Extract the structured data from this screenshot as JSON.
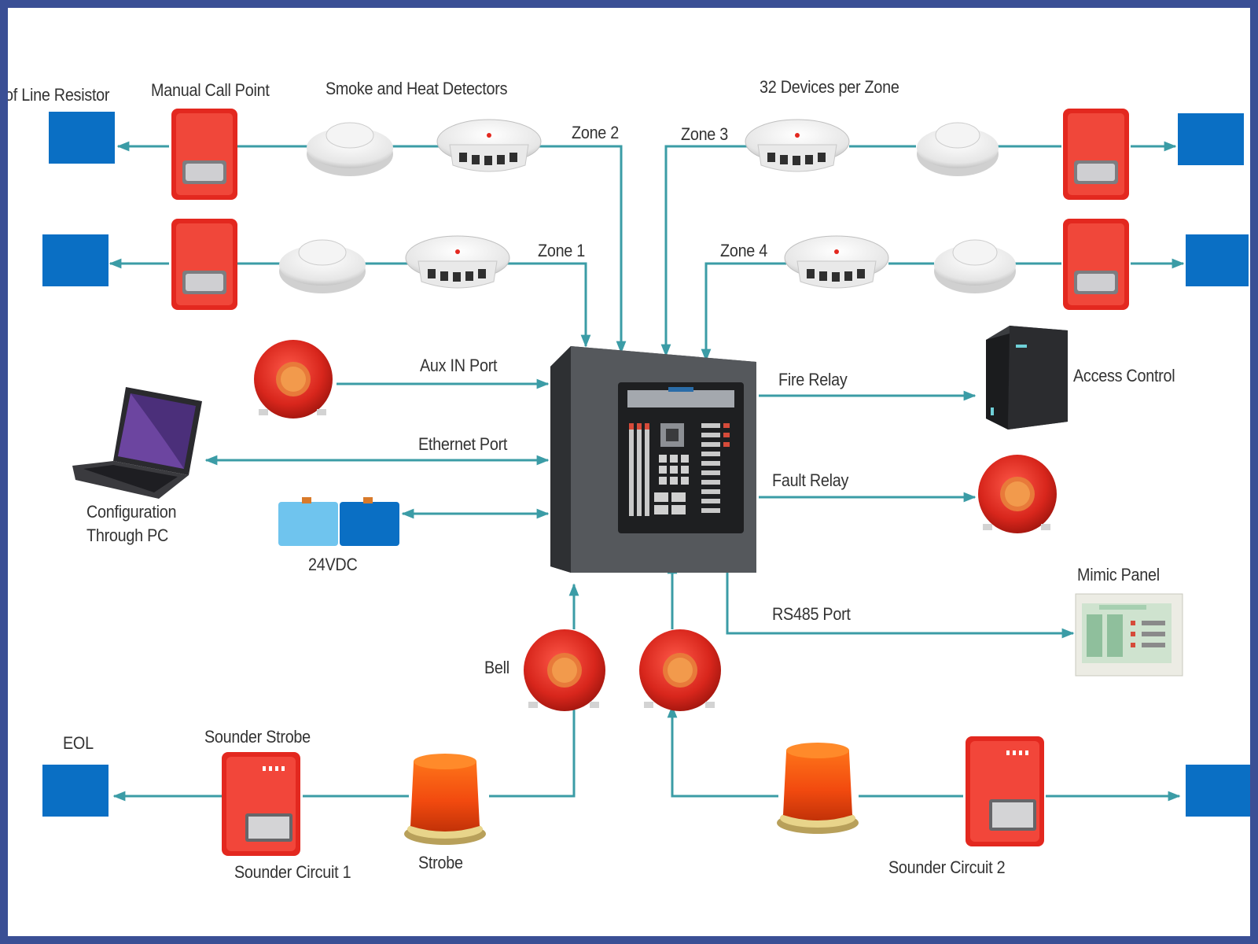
{
  "colors": {
    "frame": "#3a4f95",
    "line": "#3b9ca6",
    "resistor": "#0a6fc4",
    "red": "#e3281f",
    "panel": "#4a4d50",
    "text": "#333333"
  },
  "labels": {
    "end_of_line_resistor": "of Line Resistor",
    "manual_call_point": "Manual Call Point",
    "smoke_heat_detectors": "Smoke and Heat Detectors",
    "devices_per_zone": "32 Devices per Zone",
    "zone2": "Zone 2",
    "zone3": "Zone 3",
    "zone1": "Zone 1",
    "zone4": "Zone 4",
    "aux_in_port": "Aux IN Port",
    "ethernet_port": "Ethernet Port",
    "config_line1": "Configuration",
    "config_line2": "Through PC",
    "vdc": "24VDC",
    "fire_relay": "Fire Relay",
    "access_control": "Access Control",
    "fault_relay": "Fault Relay",
    "mimic_panel": "Mimic Panel",
    "rs485_port": "RS485 Port",
    "bell": "Bell",
    "eol": "EOL",
    "sounder_strobe": "Sounder Strobe",
    "sounder_circuit1": "Sounder Circuit 1",
    "strobe": "Strobe",
    "sounder_circuit2": "Sounder Circuit 2"
  },
  "icons": {
    "resistor": "blue-square-icon",
    "call_point": "manual-call-point-icon",
    "smoke_detector": "smoke-detector-icon",
    "heat_detector": "heat-detector-icon",
    "bell": "fire-bell-icon",
    "laptop": "laptop-icon",
    "battery": "battery-icon",
    "panel": "fire-alarm-control-panel",
    "access_control": "access-control-unit-icon",
    "mimic_panel": "mimic-panel-icon",
    "strobe": "strobe-light-icon",
    "sounder_strobe": "sounder-strobe-icon"
  }
}
